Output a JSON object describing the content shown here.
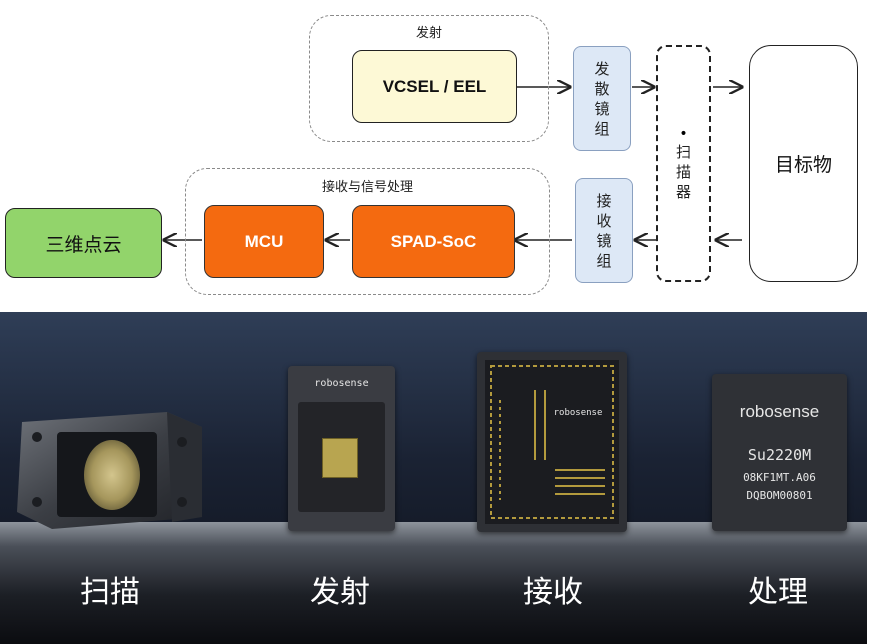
{
  "diagram": {
    "emit_group_label": "发射",
    "recv_group_label": "接收与信号处理",
    "vcsel_label": "VCSEL / EEL",
    "diverge_lens_label": "发散镜组",
    "scanner_dot": "•",
    "scanner_label": "扫描器",
    "target_label": "目标物",
    "recv_lens_label": "接收镜组",
    "spad_label": "SPAD-SoC",
    "mcu_label": "MCU",
    "pointcloud_label": "三维点云",
    "colors": {
      "vcsel_fill": "#fdf9d6",
      "orange_fill": "#f46a10",
      "green_fill": "#92d46b",
      "lens_fill": "#dde8f6"
    }
  },
  "photo": {
    "chip1_logo": "robosense",
    "chip2_logo": "robosense",
    "chip3_logo": "robosense",
    "chip3_model": "Su2220M",
    "chip3_line2": "08KF1MT.A06",
    "chip3_line3": "DQBOM00801",
    "captions": [
      "扫描",
      "发射",
      "接收",
      "处理"
    ]
  }
}
